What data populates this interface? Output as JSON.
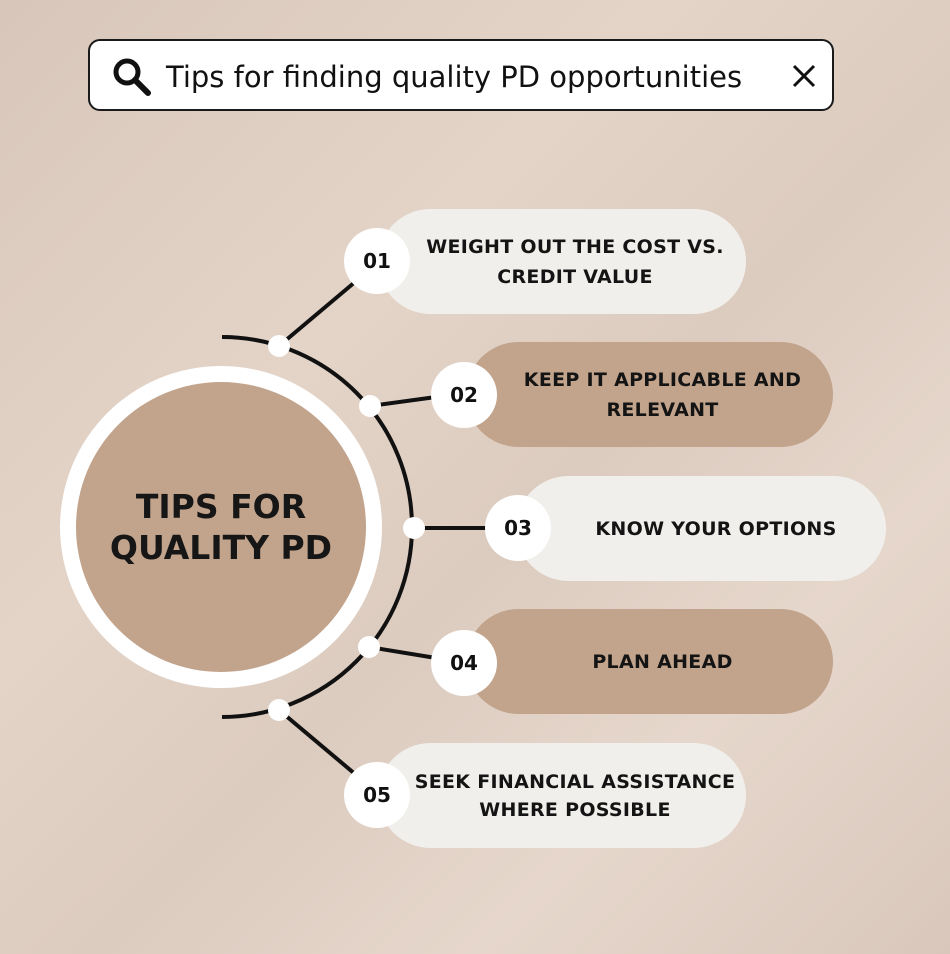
{
  "search": {
    "query": "Tips for finding quality PD opportunities",
    "search_icon": "search-icon",
    "clear_icon": "close-icon"
  },
  "hub": {
    "title": "TIPS FOR QUALITY PD"
  },
  "tips": [
    {
      "number": "01",
      "text": "WEIGHT OUT THE COST VS. CREDIT VALUE",
      "style": "light"
    },
    {
      "number": "02",
      "text": "KEEP IT APPLICABLE AND RELEVANT",
      "style": "tan"
    },
    {
      "number": "03",
      "text": "KNOW YOUR OPTIONS",
      "style": "light"
    },
    {
      "number": "04",
      "text": "PLAN AHEAD",
      "style": "tan"
    },
    {
      "number": "05",
      "text": "SEEK FINANCIAL ASSISTANCE WHERE POSSIBLE",
      "style": "light"
    }
  ],
  "colors": {
    "tan": "#c2a38b",
    "light_pill": "#f1efeb",
    "ink": "#141414"
  }
}
